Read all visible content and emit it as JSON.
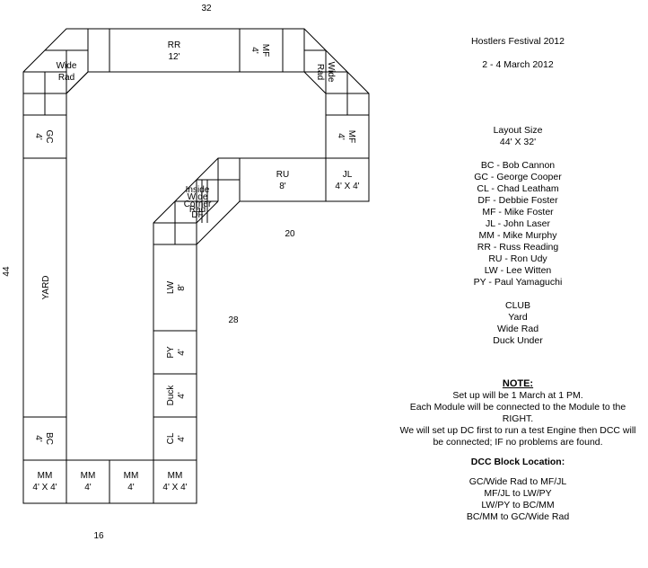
{
  "dimensions": {
    "top": "32",
    "left": "44",
    "right": "16",
    "bottom": "16",
    "inner_short": "20",
    "inner_long": "28"
  },
  "modules": {
    "rr": {
      "name": "RR",
      "size": "12'"
    },
    "mf_top": {
      "name": "MF",
      "size": "4'"
    },
    "mf_side": {
      "name": "MF",
      "size": "4'"
    },
    "wide_rad_tl": {
      "name": "Wide",
      "name2": "Rad"
    },
    "wide_rad_tr": {
      "name": "Wide",
      "name2": "Rad"
    },
    "gc": {
      "name": "GC",
      "size": "4'"
    },
    "yard": {
      "name": "YARD"
    },
    "bc": {
      "name": "BC",
      "size": "4'"
    },
    "ru": {
      "name": "RU",
      "size": "8'"
    },
    "jl": {
      "name": "JL",
      "size": "4' X 4'"
    },
    "inside_corner": {
      "l1": "Inside",
      "l2": "Wide",
      "l3": "Corner",
      "l4": "Rad",
      "l5": "DF"
    },
    "lw": {
      "name": "LW",
      "size": "8'"
    },
    "py": {
      "name": "PY",
      "size": "4'"
    },
    "duck": {
      "name": "Duck",
      "size": "4'"
    },
    "cl": {
      "name": "CL",
      "size": "4'"
    },
    "mm1": {
      "name": "MM",
      "size": "4' X 4'"
    },
    "mm2": {
      "name": "MM",
      "size": "4'"
    },
    "mm3": {
      "name": "MM",
      "size": "4'"
    },
    "mm4": {
      "name": "MM",
      "size": "4' X 4'"
    }
  },
  "panel": {
    "title": "Hostlers Festival 2012",
    "dates": "2 - 4 March 2012",
    "layout_size_label": "Layout Size",
    "layout_size": "44' X 32'",
    "members": [
      "BC - Bob Cannon",
      "GC - George Cooper",
      "CL - Chad Leatham",
      "DF - Debbie Foster",
      "MF - Mike Foster",
      "JL - John Laser",
      "MM - Mike Murphy",
      "RR - Russ Reading",
      "RU - Ron Udy",
      "LW - Lee Witten",
      "PY - Paul Yamaguchi"
    ],
    "club_label": "CLUB",
    "club_items": [
      "Yard",
      "Wide Rad",
      "Duck Under"
    ],
    "note_heading": "NOTE:",
    "note_lines": [
      "Set up will be 1 March at 1 PM.",
      "Each Module will be connected to the Module to the",
      "RIGHT.",
      "We will set up DC first to run a test Engine then DCC will",
      "be connected; IF no problems are found."
    ],
    "dcc_heading": "DCC Block Location:",
    "dcc_items": [
      "GC/Wide Rad to MF/JL",
      "MF/JL to LW/PY",
      "LW/PY to BC/MM",
      "BC/MM to GC/Wide Rad"
    ]
  }
}
